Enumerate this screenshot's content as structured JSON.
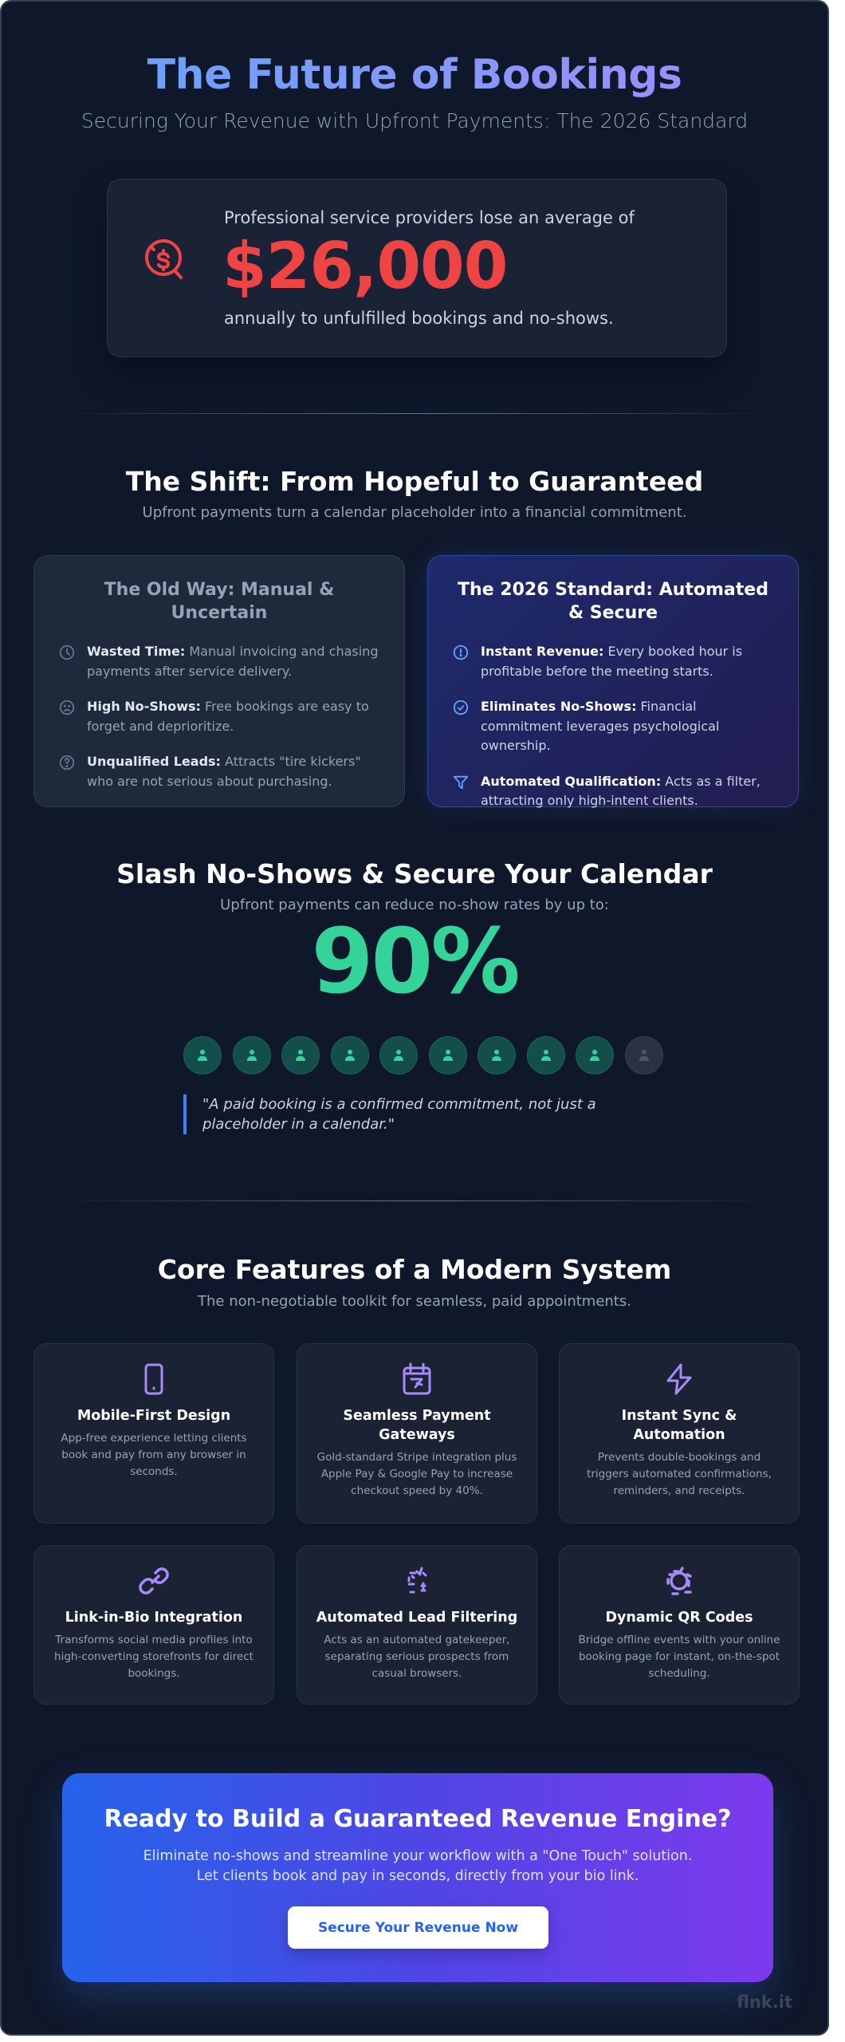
{
  "header": {
    "title": "The Future of Bookings",
    "subtitle": "Securing Your Revenue with Upfront Payments: The 2026 Standard"
  },
  "stat": {
    "icon": "search-dollar-icon",
    "pre": "Professional service providers lose an average of",
    "value": "$26,000",
    "post": "annually to unfulfilled bookings and no-shows.",
    "color": "#ef4444"
  },
  "shift": {
    "title": "The Shift: From Hopeful to Guaranteed",
    "subtitle": "Upfront payments turn a calendar placeholder into a financial commitment.",
    "old_way": {
      "title": "The Old Way: Manual & Uncertain",
      "items": [
        {
          "icon": "clock-icon",
          "label": "Wasted Time:",
          "text": " Manual invoicing and chasing payments after service delivery."
        },
        {
          "icon": "sad-face-icon",
          "label": "High No-Shows:",
          "text": " Free bookings are easy to forget and deprioritize."
        },
        {
          "icon": "question-circle-icon",
          "label": "Unqualified Leads:",
          "text": " Attracts \"tire kickers\" who are not serious about purchasing."
        }
      ]
    },
    "new_way": {
      "title": "The 2026 Standard: Automated & Secure",
      "items": [
        {
          "icon": "alert-circle-icon",
          "label": "Instant Revenue:",
          "text": " Every booked hour is profitable before the meeting starts."
        },
        {
          "icon": "check-circle-icon",
          "label": "Eliminates No-Shows:",
          "text": " Financial commitment leverages psychological ownership."
        },
        {
          "icon": "filter-icon",
          "label": "Automated Qualification:",
          "text": " Acts as a filter, attracting only high-intent clients."
        }
      ]
    }
  },
  "noshow": {
    "title": "Slash No-Shows & Secure Your Calendar",
    "subtitle": "Upfront payments can reduce no-show rates by up to:",
    "percent": "90%",
    "people_active": 9,
    "people_total": 10,
    "quote": "\"A paid booking is a confirmed commitment, not just a placeholder in a calendar.\""
  },
  "features": {
    "title": "Core Features of a Modern System",
    "subtitle": "The non-negotiable toolkit for seamless, paid appointments.",
    "items": [
      {
        "icon": "mobile-phone-icon",
        "title": "Mobile-First Design",
        "desc": "App-free experience letting clients book and pay from any browser in seconds."
      },
      {
        "icon": "calendar-payment-icon",
        "title": "Seamless Payment Gateways",
        "desc": "Gold-standard Stripe integration plus Apple Pay & Google Pay to increase checkout speed by 40%."
      },
      {
        "icon": "lightning-bolt-icon",
        "title": "Instant Sync & Automation",
        "desc": "Prevents double-bookings and triggers automated confirmations, reminders, and receipts."
      },
      {
        "icon": "link-icon",
        "title": "Link-in-Bio Integration",
        "desc": "Transforms social media profiles into high-converting storefronts for direct bookings."
      },
      {
        "icon": "filter-gate-icon",
        "title": "Automated Lead Filtering",
        "desc": "Acts as an automated gatekeeper, separating serious prospects from casual browsers."
      },
      {
        "icon": "qr-code-icon",
        "title": "Dynamic QR Codes",
        "desc": "Bridge offline events with your online booking page for instant, on-the-spot scheduling."
      }
    ]
  },
  "cta": {
    "title": "Ready to Build a Guaranteed Revenue Engine?",
    "desc": "Eliminate no-shows and streamline your workflow with a \"One Touch\" solution. Let clients book and pay in seconds, directly from your bio link.",
    "button": "Secure Your Revenue Now"
  },
  "watermark": "flnk.it",
  "colors": {
    "background": "#0f172a",
    "accent_blue": "#60a5fa",
    "accent_purple": "#a78bfa",
    "danger": "#ef4444",
    "success": "#34d399"
  }
}
